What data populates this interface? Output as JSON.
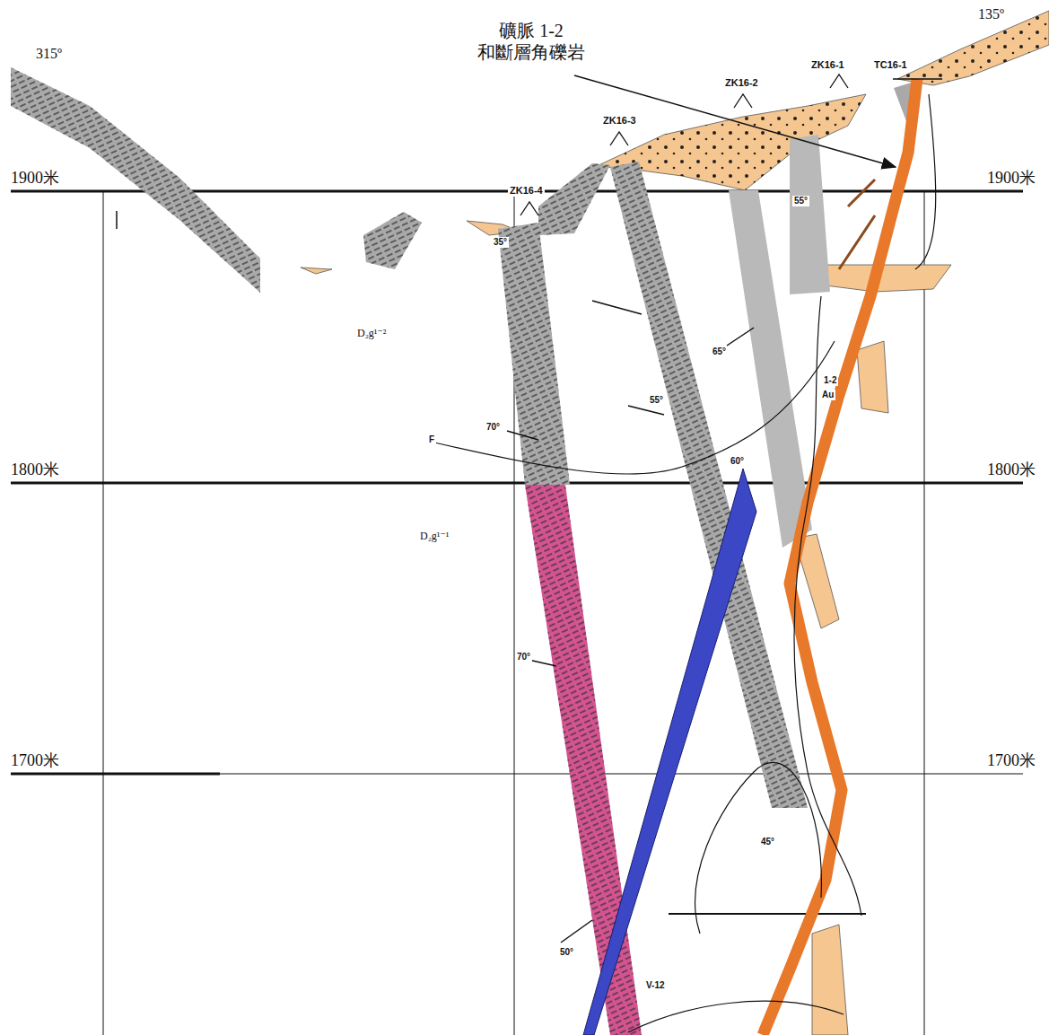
{
  "diagram": {
    "labels": [
      "礦脈 1-2 和斷層角礫岩",
      "315º",
      "135º",
      "1900米",
      "1900米",
      "1800米",
      "1800米",
      "1700米",
      "1700米",
      "ZK16-4",
      "ZK16-3",
      "ZK16-2",
      "ZK16-1",
      "TC16-1",
      "D₂g¹⁻²",
      "D₂g¹⁻¹",
      "55°",
      "65°",
      "60°",
      "70°",
      "70°",
      "55°",
      "50°",
      "45°",
      "35°",
      "V-12",
      "Au",
      "1-2",
      "F"
    ]
  }
}
